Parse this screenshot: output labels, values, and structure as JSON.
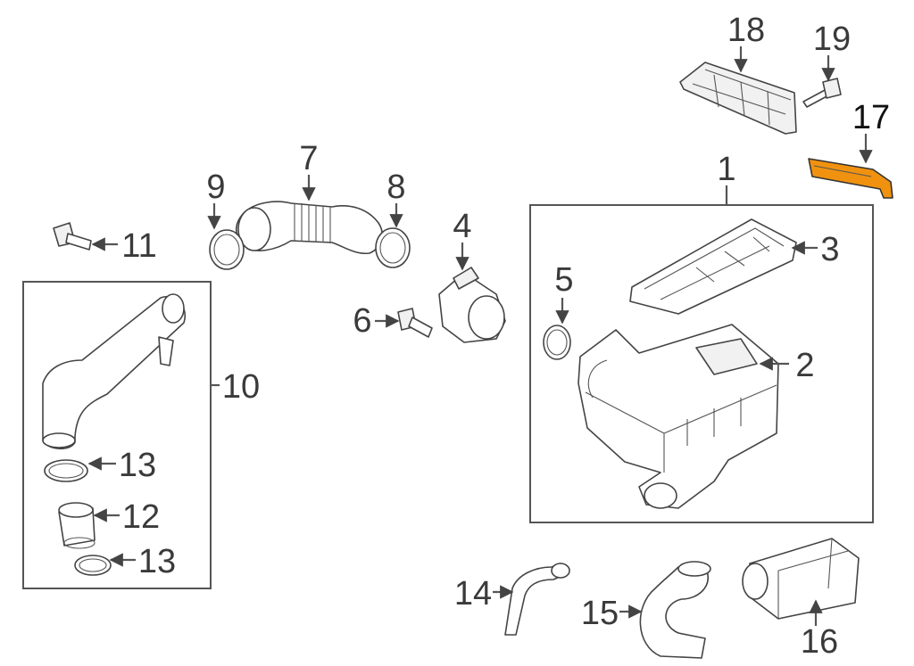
{
  "callouts": {
    "c1": "1",
    "c2": "2",
    "c3": "3",
    "c4": "4",
    "c5": "5",
    "c6": "6",
    "c7": "7",
    "c8": "8",
    "c9": "9",
    "c10": "10",
    "c11": "11",
    "c12": "12",
    "c13a": "13",
    "c13b": "13",
    "c14": "14",
    "c15": "15",
    "c16": "16",
    "c17": "17",
    "c18": "18",
    "c19": "19"
  },
  "colors": {
    "highlight": "#f0920f",
    "line": "#555555",
    "label": "#3a3a3a"
  }
}
